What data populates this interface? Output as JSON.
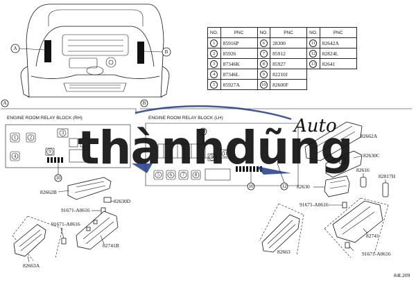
{
  "pnc_table": {
    "headers": [
      "NO.",
      "PNC"
    ],
    "rows": [
      {
        "no": "1",
        "pnc": "85916P"
      },
      {
        "no": "2",
        "pnc": "85926"
      },
      {
        "no": "3",
        "pnc": "87346K"
      },
      {
        "no": "4",
        "pnc": "87346L"
      },
      {
        "no": "5",
        "pnc": "85927A"
      },
      {
        "no": "6",
        "pnc": "28300"
      },
      {
        "no": "7",
        "pnc": "85912"
      },
      {
        "no": "8",
        "pnc": "85927"
      },
      {
        "no": "9",
        "pnc": "82210J"
      },
      {
        "no": "10",
        "pnc": "82600F"
      },
      {
        "no": "11",
        "pnc": "82642A"
      },
      {
        "no": "12",
        "pnc": "82824L"
      },
      {
        "no": "13",
        "pnc": "82641"
      }
    ]
  },
  "car_view": {
    "callout_a": "A",
    "callout_b": "B"
  },
  "section_a": {
    "letter": "A",
    "title": "ENGINE ROOM RELAY BLOCK (RH)",
    "block_numbers": [
      "1",
      "2",
      "3",
      "4",
      "9",
      "10"
    ],
    "parts": {
      "p82662b": "82662B",
      "p82630d": "82630D",
      "bolt1": "91671-A0616",
      "bolt2": "91671-A0616",
      "p82741b": "82741B",
      "p82663a": "82663A"
    }
  },
  "section_b": {
    "letter": "B",
    "title": "ENGINE ROOM RELAY BLOCK (LH)",
    "block_numbers": [
      "13",
      "5",
      "6",
      "7",
      "8",
      "9",
      "11",
      "10",
      "12"
    ],
    "parts": {
      "p82662a": "82662A",
      "p82630c": "82630C",
      "p82616": "82616",
      "p82817h": "82817H",
      "p82630": "82630",
      "bolt1": "91671-A0616",
      "p82741": "82741",
      "p82663": "82663",
      "bolt2": "91671-A0616"
    }
  },
  "footer": {
    "code": "84L209"
  },
  "watermark": {
    "brand_script": "Auto",
    "brand_main": "thànhdũng",
    "color_main": "#1f3a8a",
    "color_script": "#2b63d6"
  }
}
